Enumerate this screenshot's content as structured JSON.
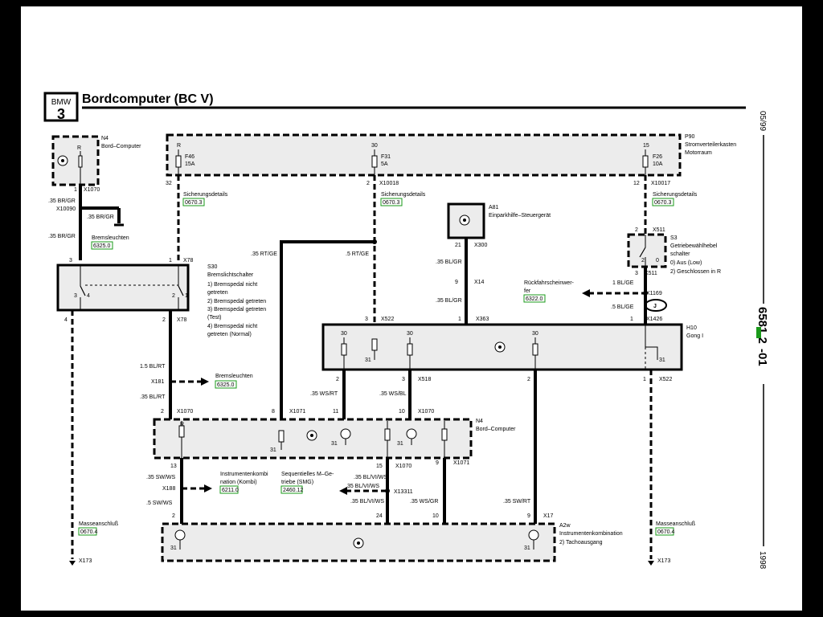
{
  "header": {
    "logo_brand": "BMW",
    "logo_series": "3",
    "title": "Bordcomputer (BC V)"
  },
  "side": {
    "date": "05/99",
    "page_num": "6581.2",
    "page_suffix": "-01",
    "year": "1998"
  },
  "colors": {
    "ref_green": "#1a9a1a"
  },
  "n4_top": {
    "id": "N4",
    "name": "Bord–Computer",
    "pin_r": "R",
    "pin_1": "1",
    "conn_x1070": "X1070"
  },
  "p90": {
    "id": "P90",
    "name1": "Stromverteilerkasten",
    "name2": "Motorraum",
    "f46": {
      "top": "R",
      "label": "F46",
      "amp": "15A",
      "pin": "32",
      "conn": "",
      "note": "Sicherungsdetails",
      "ref": "0670.3"
    },
    "f31": {
      "top": "30",
      "label": "F31",
      "amp": "5A",
      "pin": "2",
      "conn": "X10018",
      "note": "Sicherungsdetails",
      "ref": "0670.3"
    },
    "f26": {
      "top": "15",
      "label": "F26",
      "amp": "10A",
      "pin": "12",
      "conn": "X10017",
      "note": "Sicherungsdetails",
      "ref": "0670.3"
    }
  },
  "wires": {
    "brgr_1": ".35 BR/GR",
    "x10090": "X10090",
    "brgr_2": ".35 BR/GR",
    "brgr_3": ".35 BR/GR",
    "rtge_1": ".35 RT/GE",
    "rtge_2": ".5 RT/GE",
    "blgr_1": ".35 BL/GR",
    "blgr_2": ".35 BL/GR",
    "blgr_3": "1 BL/GE",
    "blge_4": ".5 BL/GE",
    "blrt_1": "1.5 BL/RT",
    "blrt_2": ".35 BL/RT",
    "wsrt": ".35 WS/RT",
    "wsbl": ".35 WS/BL",
    "swws_1": ".35 SW/WS",
    "swws_2": ".5 SW/WS",
    "blviws_1": ".35 BL/VI/WS",
    "blviws_2": ".35 BL/VI/WS",
    "blviws_3": ".35 BL/VI/WS",
    "wsgr": ".35 WS/GR",
    "swrt": ".35 SW/RT"
  },
  "bremsleuchten_top": {
    "label": "Bremsleuchten",
    "ref": "6325.0"
  },
  "s30": {
    "id": "S30",
    "name": "Bremslichtschalter",
    "pin_3": "3",
    "pin_1": "1",
    "conn": "X78",
    "pin_4": "4",
    "pin_2": "2",
    "conn_bottom": "X78",
    "sw3": "3",
    "sw4": "4",
    "sw2": "2",
    "sw1": "1",
    "items": [
      "1)  Bremspedal nicht",
      "     getreten",
      "2)  Bremspedal getreten",
      "3)  Bremspedal getreten",
      "     (Test)",
      "4)  Bremspedal nicht",
      "     getreten (Normal)"
    ]
  },
  "a81": {
    "id": "A81",
    "name": "Einparkhilfe–Steuergerät",
    "pin": "21",
    "conn": "X300"
  },
  "x14": {
    "pin": "9",
    "conn": "X14"
  },
  "s3": {
    "id": "S3",
    "name1": "Getriebewählhebel",
    "name2": "schalter",
    "pin_top": "2",
    "conn_top": "X511",
    "sw2": "2",
    "sw0": "0",
    "pin_bottom": "3",
    "conn_bottom": "X511",
    "items": [
      "0)  Aus (Low)",
      "2)  Geschlossen in R"
    ]
  },
  "rueckfahr": {
    "label1": "Rückfahrscheinwer-",
    "label2": "fer",
    "ref": "6322.0",
    "conn": "X1169"
  },
  "h10": {
    "id": "H10",
    "name": "Gong I",
    "j_mark": "J",
    "pin_3": "3",
    "conn_x522_top": "X522",
    "pin_1a": "1",
    "conn_x363": "X363",
    "pin_1b": "1",
    "conn_x1426": "X1426",
    "int_30a": "30",
    "int_30b": "30",
    "int_30c": "30",
    "int_31a": "31",
    "int_31b": "31",
    "pin_2a": "2",
    "pin_3b": "3",
    "conn_x518": "X518",
    "pin_2b": "2",
    "pin_1c": "1",
    "conn_x522": "X522"
  },
  "x181": {
    "conn": "X181",
    "label": "Bremsleuchten",
    "ref": "6325.0"
  },
  "n4_mid": {
    "id": "N4",
    "name": "Bord–Computer",
    "pin_2": "2",
    "conn_x1070a": "X1070",
    "pin_8": "8",
    "conn_x1071a": "X1071",
    "pin_11": "11",
    "pin_10": "10",
    "conn_x1070b": "X1070",
    "int_r": "R",
    "int_31a": "31",
    "int_31b": "31",
    "int_31c": "31",
    "pin_13": "13",
    "pin_15": "15",
    "conn_x1070c": "X1070",
    "pin_9": "9",
    "conn_x1071b": "X1071"
  },
  "x188": {
    "conn": "X188",
    "label1": "Instrumentenkombi",
    "label2": "nation (Kombi)",
    "ref": "6211.0"
  },
  "smg": {
    "label1": "Sequentielles M–Ge-",
    "label2": "triebe (SMG)",
    "ref": "2460.12",
    "conn": "X13311"
  },
  "a2w": {
    "id": "A2w",
    "name": "Instrumentenkombination",
    "item": "2)   Tachoausgang",
    "pin_2": "2",
    "pin_24": "24",
    "pin_10": "10",
    "pin_9": "9",
    "conn_x17": "X17",
    "int_31a": "31",
    "int_31b": "31"
  },
  "ground_left": {
    "label": "Masseanschluß",
    "ref": "0670.4",
    "conn": "X173"
  },
  "ground_right": {
    "label": "Masseanschluß",
    "ref": "0670.4",
    "conn": "X173"
  }
}
